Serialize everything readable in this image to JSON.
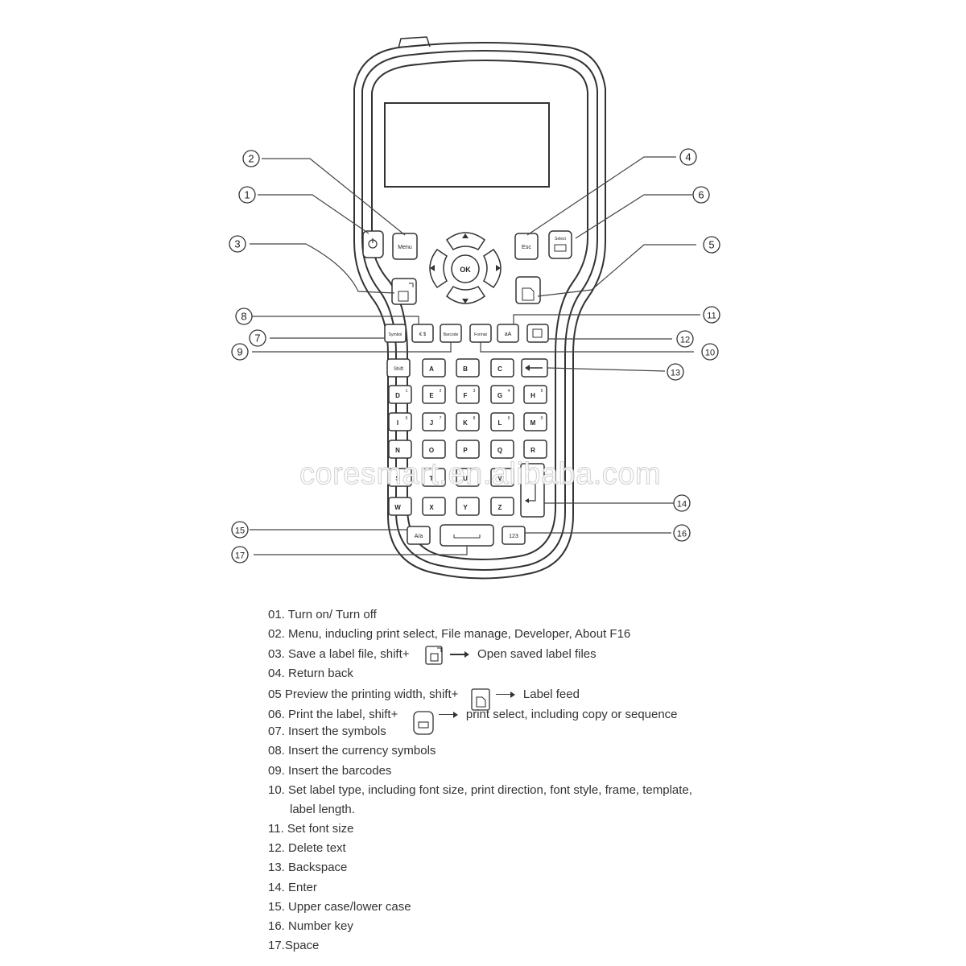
{
  "callouts": [
    "1",
    "2",
    "3",
    "4",
    "5",
    "6",
    "7",
    "8",
    "9",
    "10",
    "11",
    "12",
    "13",
    "14",
    "15",
    "16",
    "17"
  ],
  "keys": {
    "menu": "Menu",
    "esc": "Esc",
    "ok": "OK",
    "select": "Select",
    "shift": "Shift",
    "symbol": "Symbol",
    "currency": "€ $",
    "barcode": "Barcode",
    "format": "Format",
    "fontsize": "aA",
    "case": "A/a",
    "number": "123",
    "letters_row1": [
      "A",
      "B",
      "C"
    ],
    "letters_row2": [
      "D",
      "E",
      "F",
      "G",
      "H"
    ],
    "letters_row3": [
      "I",
      "J",
      "K",
      "L",
      "M"
    ],
    "letters_row4": [
      "N",
      "O",
      "P",
      "Q",
      "R"
    ],
    "letters_row5": [
      "S",
      "T",
      "U",
      "V"
    ],
    "letters_row6": [
      "W",
      "X",
      "Y",
      "Z"
    ],
    "digits_row2": [
      "1",
      "2",
      "3",
      "4",
      "5"
    ],
    "digits_row3": [
      "6",
      "7",
      "8",
      "9",
      "0"
    ]
  },
  "watermark": "coresmart.en.alibaba.com",
  "legend": {
    "l01": "01. Turn on/ Turn off",
    "l02": "02. Menu, inducling print select, File manage, Developer, About F16",
    "l03a": "03. Save a label file, shift+",
    "l03b": "Open saved label files",
    "l04": "04. Return back",
    "l05a": "05  Preview the printing width, shift+",
    "l05b": "Label feed",
    "l06a": "06. Print the label, shift+",
    "l06b": "print select, including copy or sequence",
    "l07": "07. Insert the symbols",
    "l08": "08. Insert the currency symbols",
    "l09": "09. Insert the barcodes",
    "l10a": "10. Set label type, including font size, print direction, font style, frame, template,",
    "l10b": "label length.",
    "l11": "11. Set font size",
    "l12": "12. Delete text",
    "l13": "13. Backspace",
    "l14": "14. Enter",
    "l15": "15. Upper case/lower case",
    "l16": "16. Number key",
    "l17": "17.Space"
  }
}
